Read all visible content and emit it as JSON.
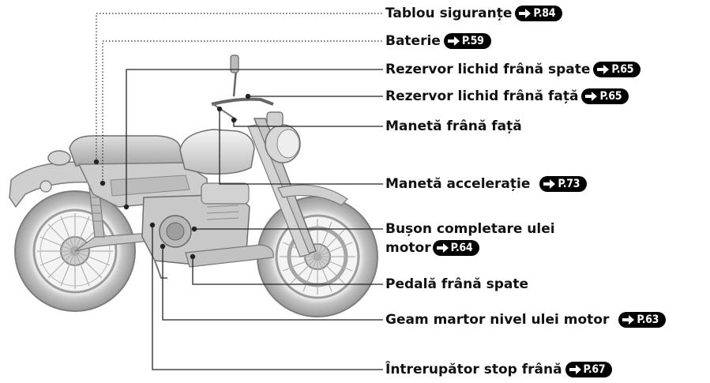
{
  "callouts": [
    {
      "id": "fuse-box",
      "text": "Tablou siguranțe",
      "page": "P.84"
    },
    {
      "id": "battery",
      "text": "Baterie",
      "page": "P.59"
    },
    {
      "id": "rear-brake-reservoir",
      "text": "Rezervor lichid frână spate",
      "page": "P.65"
    },
    {
      "id": "front-brake-reservoir",
      "text": "Rezervor lichid frână față",
      "page": "P.65"
    },
    {
      "id": "front-brake-lever",
      "text": "Manetă frână față",
      "page": ""
    },
    {
      "id": "throttle",
      "text": "Manetă accelerație",
      "page": "P.73"
    },
    {
      "id": "oil-filler-cap",
      "text": "Bușon completare ulei",
      "text2": "motor",
      "page": "P.64"
    },
    {
      "id": "rear-brake-pedal",
      "text": "Pedală frână spate",
      "page": ""
    },
    {
      "id": "oil-level-window",
      "text": "Geam martor nivel ulei motor",
      "page": "P.63"
    },
    {
      "id": "brake-light-switch",
      "text": "Întrerupător stop frână",
      "page": "P.67"
    }
  ],
  "colors": {
    "leader": "#222222",
    "body": "#d9d9d9",
    "body_edge": "#8a8a8a",
    "badge": "#000000"
  },
  "illustration": "motorcycle-side-view"
}
